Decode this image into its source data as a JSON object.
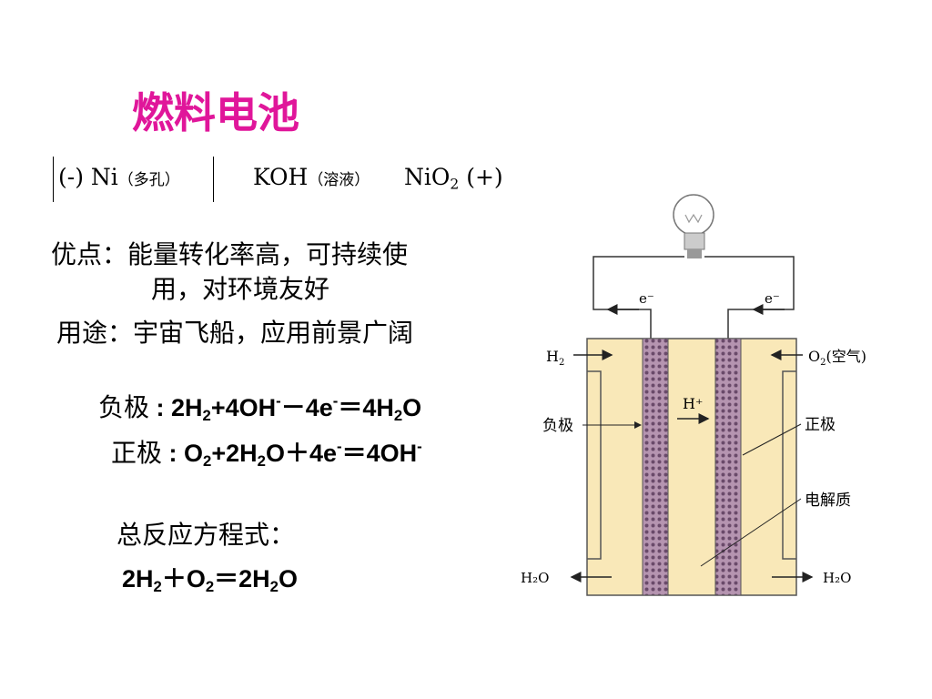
{
  "title": "燃料电池",
  "cell_notation": {
    "negative": "(-) Ni",
    "negative_sub": "（多孔）",
    "electrolyte": "KOH",
    "electrolyte_sub": "（溶液）",
    "positive_base": "NiO",
    "positive_sub": "2",
    "positive_sign": "(+)"
  },
  "advantages": {
    "line1": "优点：能量转化率高，可持续使",
    "line2": "用，对环境友好"
  },
  "uses": "用途：宇宙飞船，应用前景广阔",
  "negative_electrode": {
    "label": "负极",
    "colon": " : ",
    "t1": "2H",
    "s1": "2",
    "t2": "+4OH",
    "p1": "-",
    "t3": "－4e",
    "p2": "-",
    "t4": "＝4H",
    "s2": "2",
    "t5": "O"
  },
  "positive_electrode": {
    "label": "正极",
    "colon": " : ",
    "t1": "O",
    "s1": "2",
    "t2": "+2H",
    "s2": "2",
    "t3": "O＋4e",
    "p1": "-",
    "t4": "＝4OH",
    "p2": "-"
  },
  "total_equation": {
    "label": "总反应方程式：",
    "t1": "2H",
    "s1": "2",
    "t2": "＋O",
    "s2": "2",
    "t3": "＝2H",
    "s3": "2",
    "t4": "O"
  },
  "diagram": {
    "e_left": "e⁻",
    "e_right": "e⁻",
    "h2_base": "H",
    "h2_sub": "2",
    "o2_base": "O",
    "o2_sub": "2",
    "o2_note": "(空气)",
    "anode": "负极",
    "cathode": "正极",
    "h_ion": "H⁺",
    "electrolyte": "电解质",
    "water_left": "H₂O",
    "water_right": "H₂O",
    "colors": {
      "fill": "#f9e8b8",
      "electrode": "#b594b0",
      "stroke": "#444444"
    }
  }
}
